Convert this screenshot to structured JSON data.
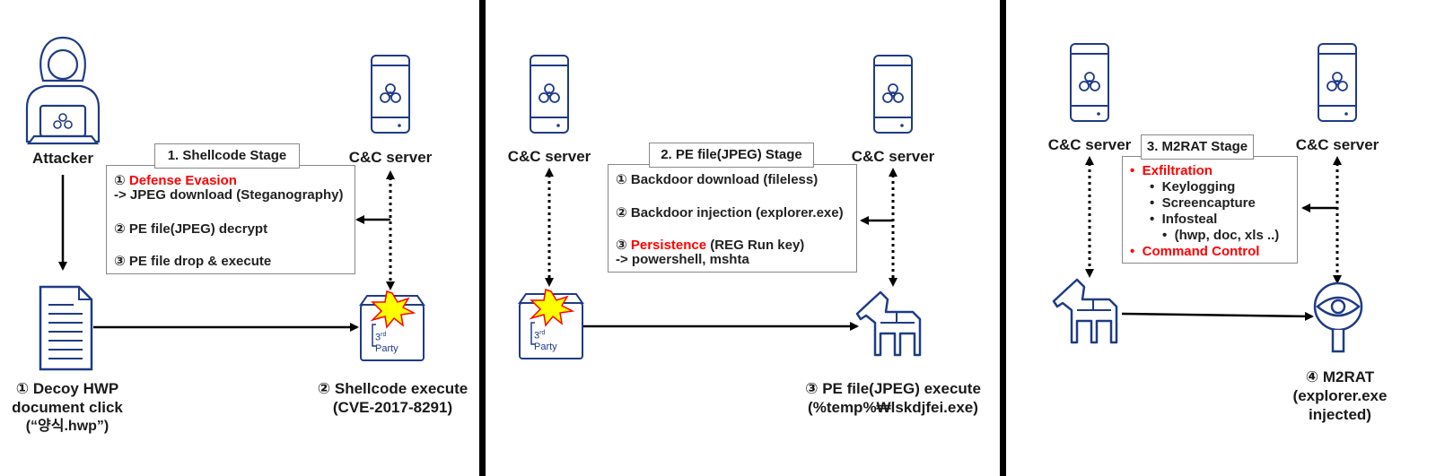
{
  "colors": {
    "icon_blue": "#1f3b87",
    "highlight_red": "#ff0000",
    "burst_yellow": "#ffff00",
    "box_border": "#888888"
  },
  "panel1": {
    "attacker_label": "Attacker",
    "cc_label": "C&C server",
    "stage_tag": "1. Shellcode Stage",
    "steps": {
      "s1_prefix": "①",
      "s1_highlight": "Defense Evasion",
      "s1_detail": "-> JPEG download (Steganography)",
      "s2": "② PE file(JPEG) decrypt",
      "s3": "③ PE file drop & execute"
    },
    "decoy_label": [
      "① Decoy HWP",
      "document click",
      "(“양식.hwp”)"
    ],
    "shellcode_label": [
      "② Shellcode execute",
      "(CVE-2017-8291)"
    ],
    "party_box": {
      "sup": "rd",
      "num": "3",
      "word": "Party"
    }
  },
  "panel2": {
    "cc_left_label": "C&C server",
    "cc_right_label": "C&C server",
    "stage_tag": "2. PE file(JPEG) Stage",
    "steps": {
      "s1": "① Backdoor download (fileless)",
      "s2": "② Backdoor injection (explorer.exe)",
      "s3_prefix": "③",
      "s3_highlight": "Persistence",
      "s3_suffix": "(REG Run key)",
      "s3_detail": "-> powershell, mshta"
    },
    "pe_label": [
      "③ PE file(JPEG) execute",
      "(%temp%₩lskdjfei.exe)"
    ],
    "party_box": {
      "sup": "rd",
      "num": "3",
      "word": "Party"
    }
  },
  "panel3": {
    "cc_left_label": "C&C server",
    "cc_right_label": "C&C server",
    "stage_tag": "3. M2RAT Stage",
    "items": {
      "exfil": "Exfiltration",
      "keylog": "Keylogging",
      "screen": "Screencapture",
      "info": "Infosteal",
      "types": "(hwp, doc, xls ..)",
      "cmd": "Command Control"
    },
    "bullet": "•",
    "m2rat_label": [
      "④ M2RAT",
      "(explorer.exe",
      "injected)"
    ]
  }
}
